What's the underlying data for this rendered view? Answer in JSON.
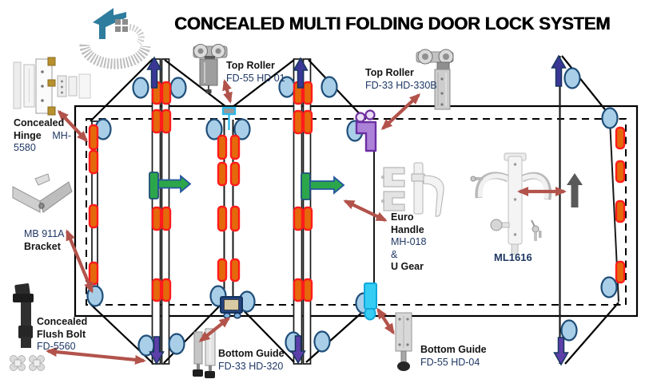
{
  "title": "CONCEALED MULTI FOLDING DOOR LOCK SYSTEM",
  "labels": {
    "concealed_hinge": {
      "name": "Concealed Hinge",
      "code": "MH-5580"
    },
    "top_roller_fd55": {
      "name": "Top Roller",
      "code": "FD-55 HD 01"
    },
    "top_roller_fd33": {
      "name": "Top Roller",
      "code": "FD-33 HD-330B"
    },
    "mb_bracket": {
      "code": "MB 911A",
      "name": "Bracket"
    },
    "concealed_flush_bolt": {
      "name": "Concealed Flush Bolt",
      "code": "FD-5560"
    },
    "bottom_guide_fd33": {
      "name": "Bottom Guide",
      "code": "FD-33 HD-320"
    },
    "euro_handle": {
      "name_line1": "Euro",
      "name_line2": "Handle",
      "code": "MH-018",
      "ampersand": "&",
      "u_gear": "U Gear"
    },
    "ml1616": {
      "code": "ML1616"
    },
    "bottom_guide_fd55": {
      "name": "Bottom Guide",
      "code": "FD-55 HD-04"
    }
  },
  "colors": {
    "title_text": "#000000",
    "code_text": "#1F3864",
    "lock_point_fill": "#E4690B",
    "lock_point_stroke": "#FF1C1C",
    "roller_fill": "#A9CFE8",
    "roller_stroke": "#1F4E79",
    "fold_arrow_up": "#3B3796",
    "fold_arrow_down": "#5C3FA9",
    "slide_arrow_green": "#2CA64A",
    "swing_arrow_gray": "#595959",
    "callout_arrow_red": "#B2534B",
    "top_guide_cyan": "#2FB9EA",
    "bottom_guide_cyan": "#35CDF4",
    "fd33_marker_purple": "#AC82D8",
    "logo_teal": "#2E7C9E"
  }
}
